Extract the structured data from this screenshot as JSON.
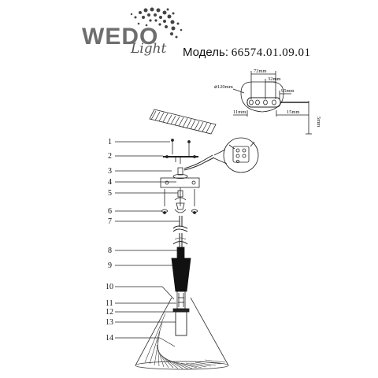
{
  "brand": {
    "name": "WEDO",
    "script": "Light"
  },
  "model": {
    "label": "Модель:",
    "value": "66574.01.09.01"
  },
  "canopy_detail": {
    "diameter": "⌀120mm",
    "dim_72": "72mm",
    "dim_32": "32mm",
    "dim_95": "95mm",
    "dim_11": "11mm",
    "dim_15": "15mm",
    "dim_5": "5mm"
  },
  "callouts": [
    "1",
    "2",
    "3",
    "4",
    "5",
    "6",
    "7",
    "8",
    "9",
    "10",
    "11",
    "12",
    "13",
    "14"
  ],
  "colors": {
    "line": "#222222",
    "brand_gray": "#6e6e6e",
    "shade_stroke": "#333333"
  }
}
